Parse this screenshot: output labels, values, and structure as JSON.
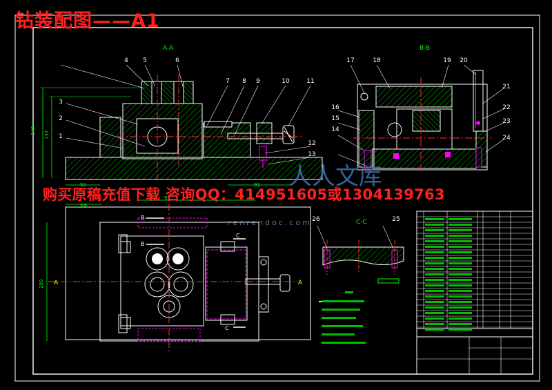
{
  "title": "钻装配图——A1",
  "ad_text": "购买原稿充值下载 咨询QQ：414951605或1304139763",
  "watermark": {
    "url": "renrendoc.com",
    "logo_text": "人人文库"
  },
  "views": {
    "section_aa": "A-A",
    "section_bb": "B-B",
    "section_cc": "C-C"
  },
  "balloons_aa": [
    "1",
    "2",
    "3",
    "4",
    "5",
    "6",
    "7",
    "8",
    "9",
    "10",
    "11",
    "12",
    "13"
  ],
  "balloons_bb": [
    "14",
    "15",
    "16",
    "17",
    "18",
    "19",
    "20",
    "21",
    "22",
    "23",
    "24"
  ],
  "balloons_cc": [
    "25",
    "26"
  ],
  "dims": {
    "d149": "149",
    "d137": "137",
    "d50": "50",
    "d91": "91",
    "d55": "55",
    "d200": "200",
    "d92": "92"
  },
  "markers": {
    "a_left": "A",
    "a_right": "A",
    "b_top": "B",
    "b_bottom": "B",
    "c_top": "C",
    "c_bottom": "C"
  },
  "colors": {
    "background": "#000000",
    "outline": "#ffffff",
    "hatch": "#00c000",
    "center": "#ff3030",
    "magenta": "#ff00ff",
    "yellow": "#ffff00",
    "cyan": "#00c0ff",
    "title_red": "#ff2020"
  }
}
